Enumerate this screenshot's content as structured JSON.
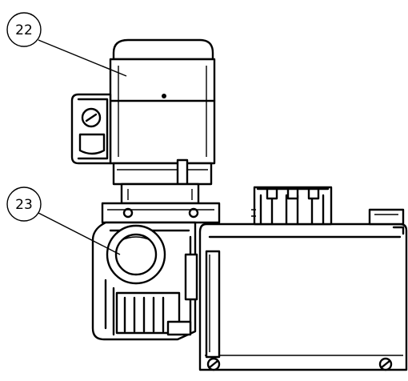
{
  "callouts": [
    {
      "id": "22",
      "label": "22"
    },
    {
      "id": "23",
      "label": "23"
    }
  ]
}
